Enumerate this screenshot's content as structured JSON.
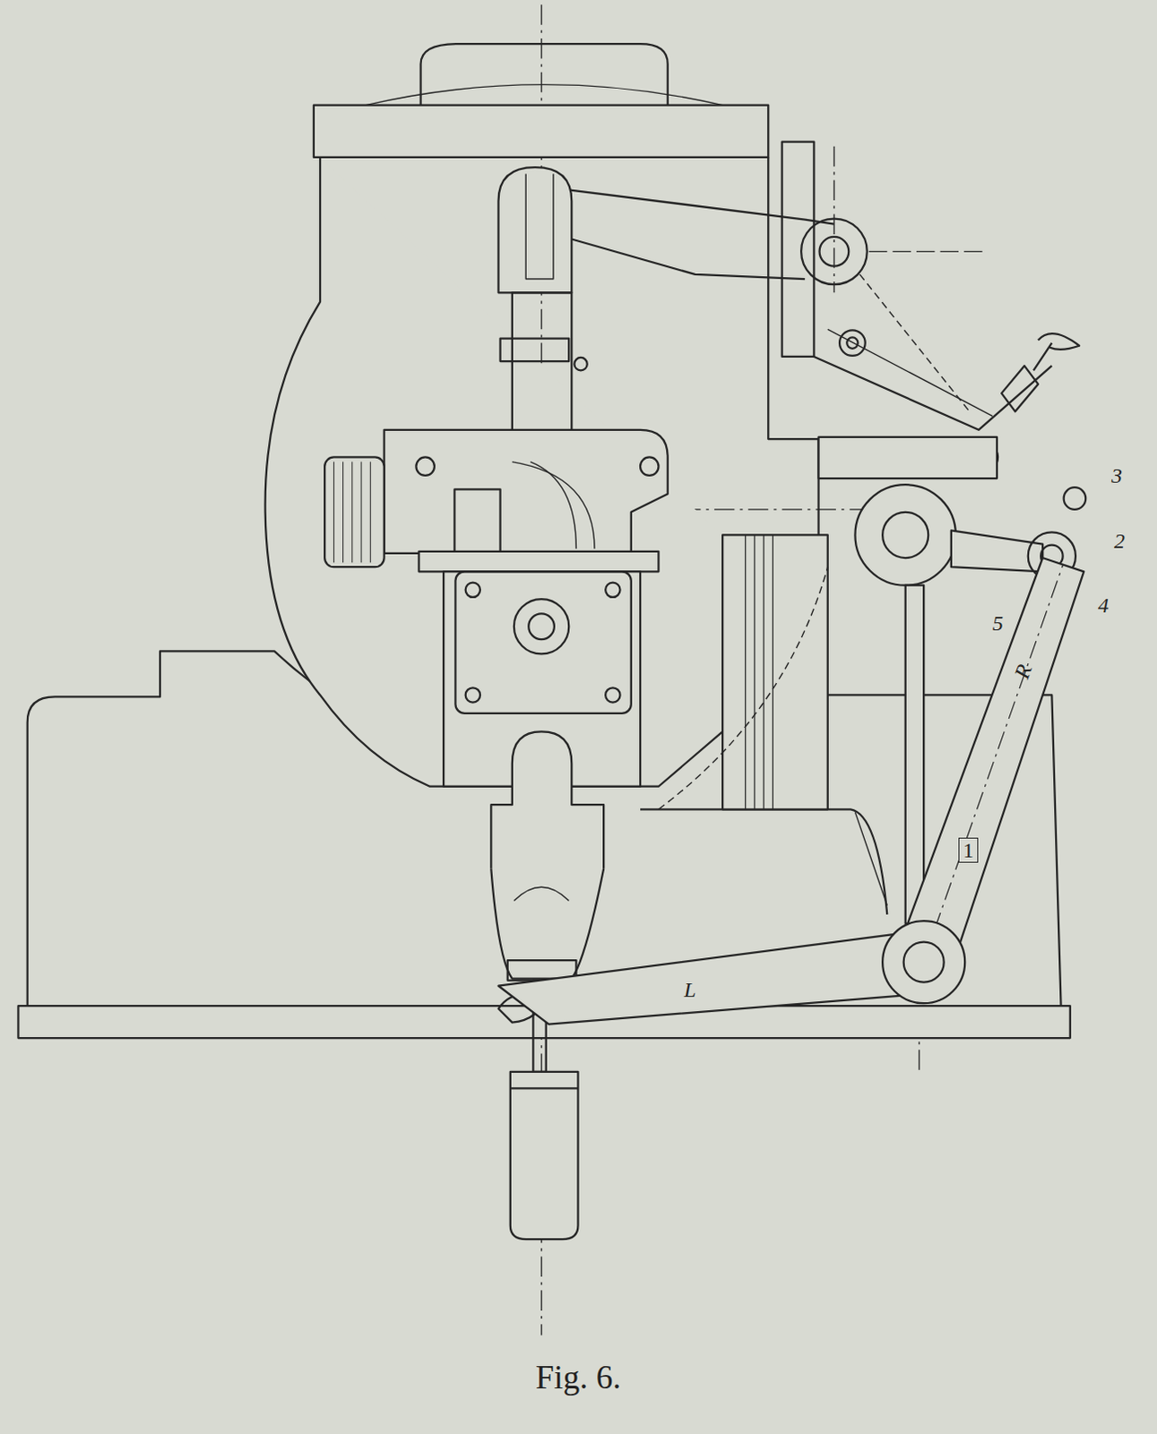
{
  "diagram": {
    "caption": "Fig. 6.",
    "labels": [
      "3",
      "2",
      "4",
      "5",
      "R",
      "1",
      "L"
    ]
  }
}
